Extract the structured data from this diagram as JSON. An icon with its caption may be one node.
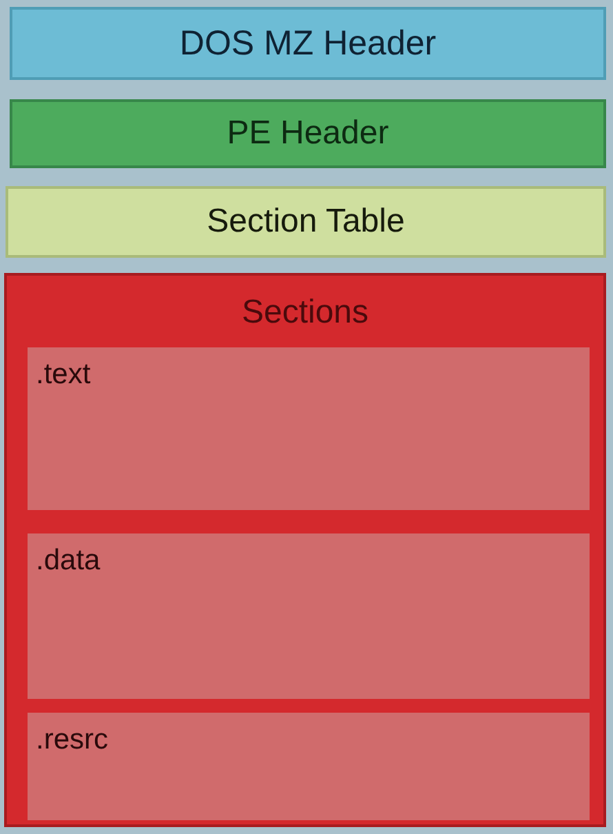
{
  "diagram": {
    "nodes": [
      {
        "text": [
          "DOS MZ Header"
        ]
      },
      {
        "text": [
          "PE Header"
        ]
      },
      {
        "text": [
          "Section Table"
        ]
      },
      {
        "text": [
          "Sections"
        ]
      },
      {
        "text": [
          ".text"
        ],
        "in": 3
      },
      {
        "text": [
          ".data"
        ],
        "in": 3
      },
      {
        "text": [
          ".resrc"
        ],
        "in": 3
      }
    ]
  }
}
